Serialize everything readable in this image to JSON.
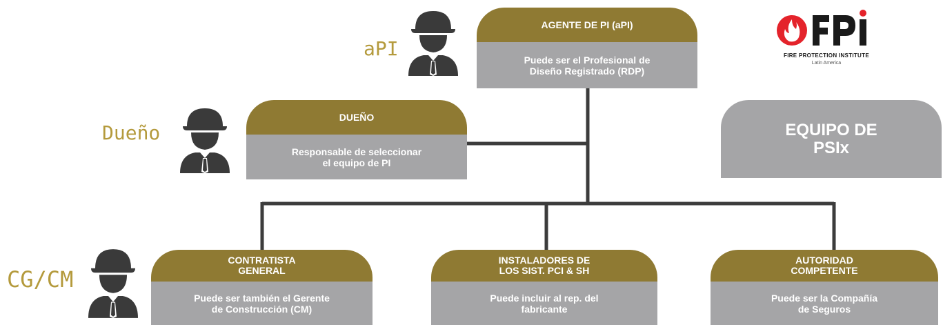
{
  "roles": {
    "api": "aPI",
    "owner": "Dueño",
    "gc": "CG/CM"
  },
  "nodes": {
    "agent": {
      "title": "AGENTE DE PI (aPI)",
      "desc": "Puede ser el Profesional de\nDiseño Registrado (RDP)"
    },
    "owner": {
      "title": "DUEÑO",
      "desc": "Responsable de seleccionar\nel equipo de PI"
    },
    "contractor": {
      "title": "CONTRATISTA\nGENERAL",
      "desc": "Puede ser también el Gerente\nde Construcción (CM)"
    },
    "installers": {
      "title": "INSTALADORES DE\nLOS SIST. PCI & SH",
      "desc": "Puede incluir al rep. del\nfabricante"
    },
    "authority": {
      "title": "AUTORIDAD\nCOMPETENTE",
      "desc": "Puede ser la Compañía\nde Seguros"
    }
  },
  "team_box": "EQUIPO DE\nPSIx",
  "logo": {
    "mark": "FPI",
    "line1": "FIRE PROTECTION INSTITUTE",
    "line2": "Latin America"
  },
  "colors": {
    "gold": "#8f7a33",
    "gray": "#a5a5a7",
    "line": "#3c3c3c",
    "red": "#e4232b",
    "role_text": "#b49a3c"
  }
}
